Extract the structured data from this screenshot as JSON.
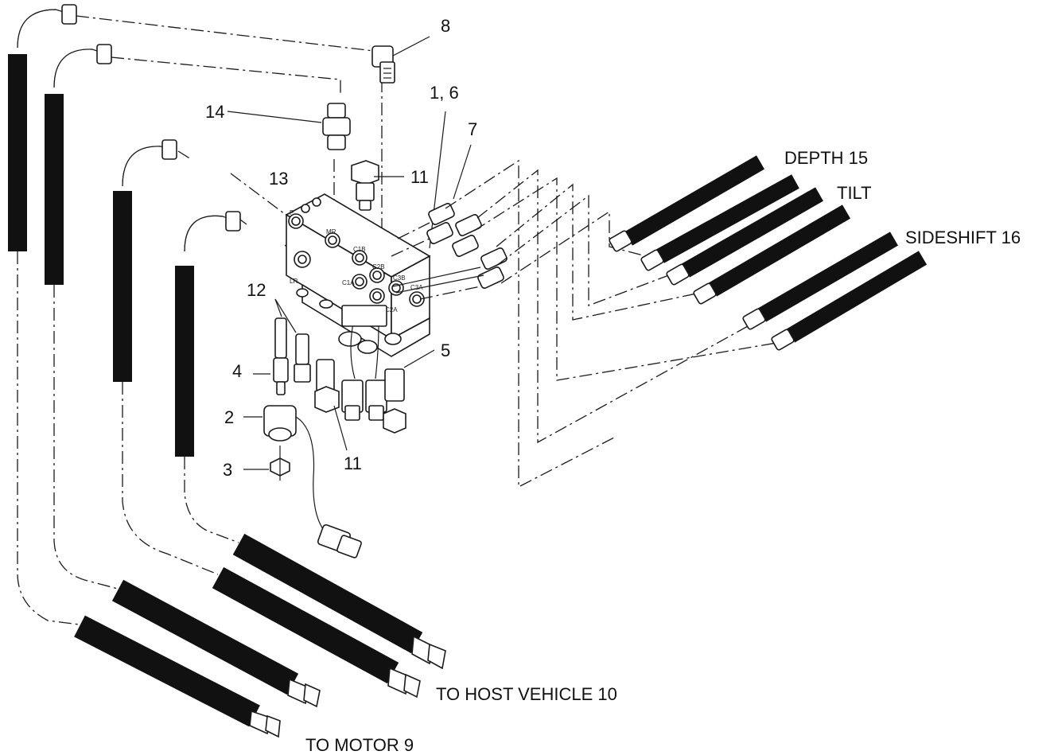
{
  "labels": {
    "item_8": "8",
    "item_1_6": "1, 6",
    "item_14": "14",
    "item_11_top": "11",
    "item_7": "7",
    "item_13": "13",
    "item_12": "12",
    "item_4": "4",
    "item_2": "2",
    "item_3": "3",
    "item_5": "5",
    "item_11_bottom": "11",
    "depth": "DEPTH 15",
    "tilt": "TILT",
    "sideshift": "SIDESHIFT 16",
    "host_vehicle": "TO HOST VEHICLE 10",
    "motor": "TO MOTOR 9"
  },
  "port_marks": {
    "p": "P",
    "mr": "MR",
    "lr": "LR",
    "c1b": "C1B",
    "c1a": "C1A",
    "c2b": "C2B",
    "c2a": "C2A",
    "c3b": "C3B",
    "c3a": "C3A"
  },
  "colors": {
    "line": "#1a1a1a",
    "hose": "#111111",
    "background": "#ffffff"
  }
}
